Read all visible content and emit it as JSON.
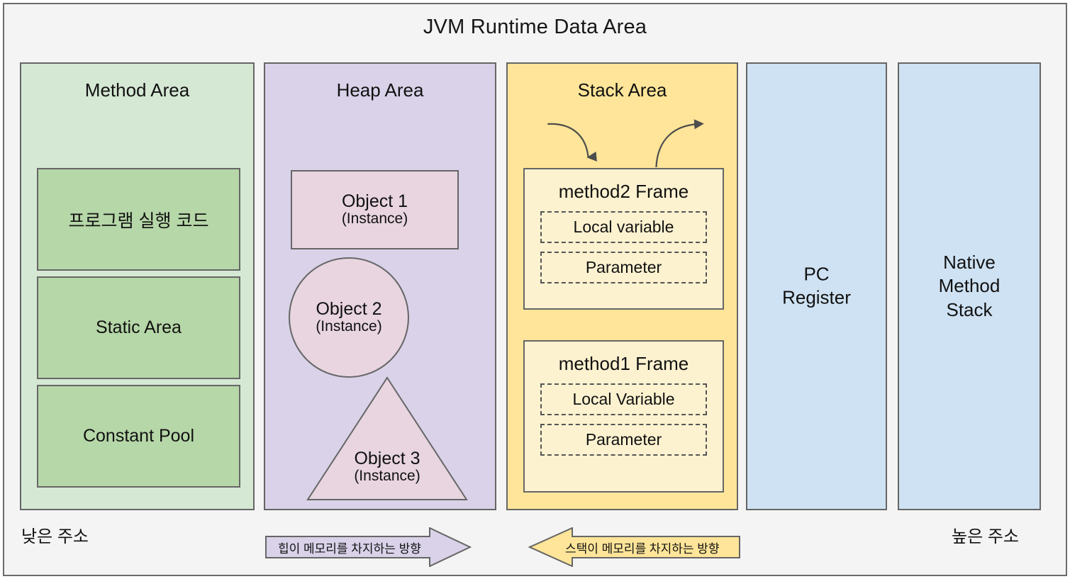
{
  "diagram": {
    "title": "JVM Runtime Data Area",
    "background_color": "#f4f4f4",
    "border_color": "#666666"
  },
  "columns": [
    {
      "id": "method-area",
      "title": "Method Area",
      "fill": "#d5e8d4",
      "inner_fill": "#b6d7a8",
      "boxes": [
        {
          "label": "프로그램 실행 코드"
        },
        {
          "label": "Static Area"
        },
        {
          "label": "Constant Pool"
        }
      ]
    },
    {
      "id": "heap-area",
      "title": "Heap Area",
      "fill": "#d9d2e9",
      "object_fill": "#e8d5e0",
      "objects": [
        {
          "shape": "rectangle",
          "name": "Object 1",
          "sub": "(Instance)"
        },
        {
          "shape": "circle",
          "name": "Object 2",
          "sub": "(Instance)"
        },
        {
          "shape": "triangle",
          "name": "Object 3",
          "sub": "(Instance)"
        }
      ]
    },
    {
      "id": "stack-area",
      "title": "Stack Area",
      "fill": "#ffe599",
      "frame_fill": "#fdf2d0",
      "frames": [
        {
          "title": "method2 Frame",
          "slots": [
            "Local variable",
            "Parameter"
          ]
        },
        {
          "title": "method1 Frame",
          "slots": [
            "Local Variable",
            "Parameter"
          ]
        }
      ],
      "arrows": [
        {
          "name": "push-arrow",
          "direction": "down-into-frame"
        },
        {
          "name": "pop-arrow",
          "direction": "up-out-of-frame"
        }
      ]
    },
    {
      "id": "pc-register",
      "title": "PC\nRegister",
      "label_line_1": "PC",
      "label_line_2": "Register",
      "fill": "#cfe2f3"
    },
    {
      "id": "native-method-stack",
      "title": "Native Method Stack",
      "label_line_1": "Native",
      "label_line_2": "Method",
      "label_line_3": "Stack",
      "fill": "#cfe2f3"
    }
  ],
  "footer": {
    "low_address_label": "낮은 주소",
    "high_address_label": "높은 주소",
    "banners": [
      {
        "id": "heap-direction",
        "text": "힙이 메모리를 차지하는 방향",
        "direction": "right",
        "fill": "#d9d2e9",
        "stroke": "#666666"
      },
      {
        "id": "stack-direction",
        "text": "스택이 메모리를 차지하는 방향",
        "direction": "left",
        "fill": "#ffe599",
        "stroke": "#666666"
      }
    ]
  }
}
